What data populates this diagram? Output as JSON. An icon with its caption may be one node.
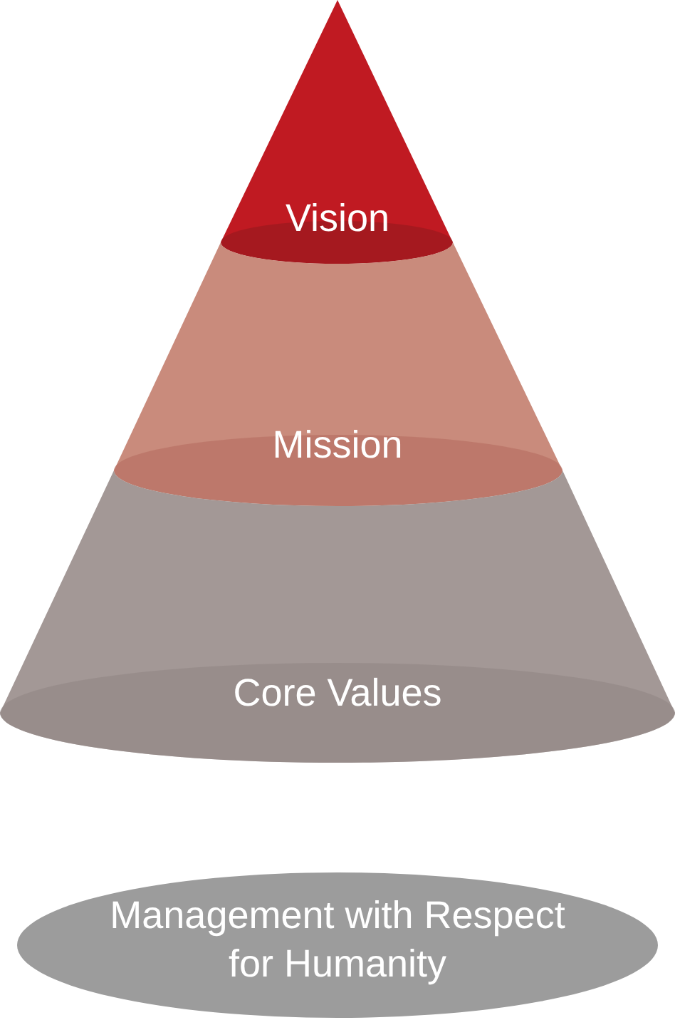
{
  "diagram": {
    "nodes": [
      {
        "text": [
          "Vision"
        ]
      },
      {
        "text": [
          "Mission"
        ]
      },
      {
        "text": [
          "Core Values"
        ]
      },
      {
        "text": [
          "Management with Respect for Humanity"
        ]
      }
    ]
  }
}
